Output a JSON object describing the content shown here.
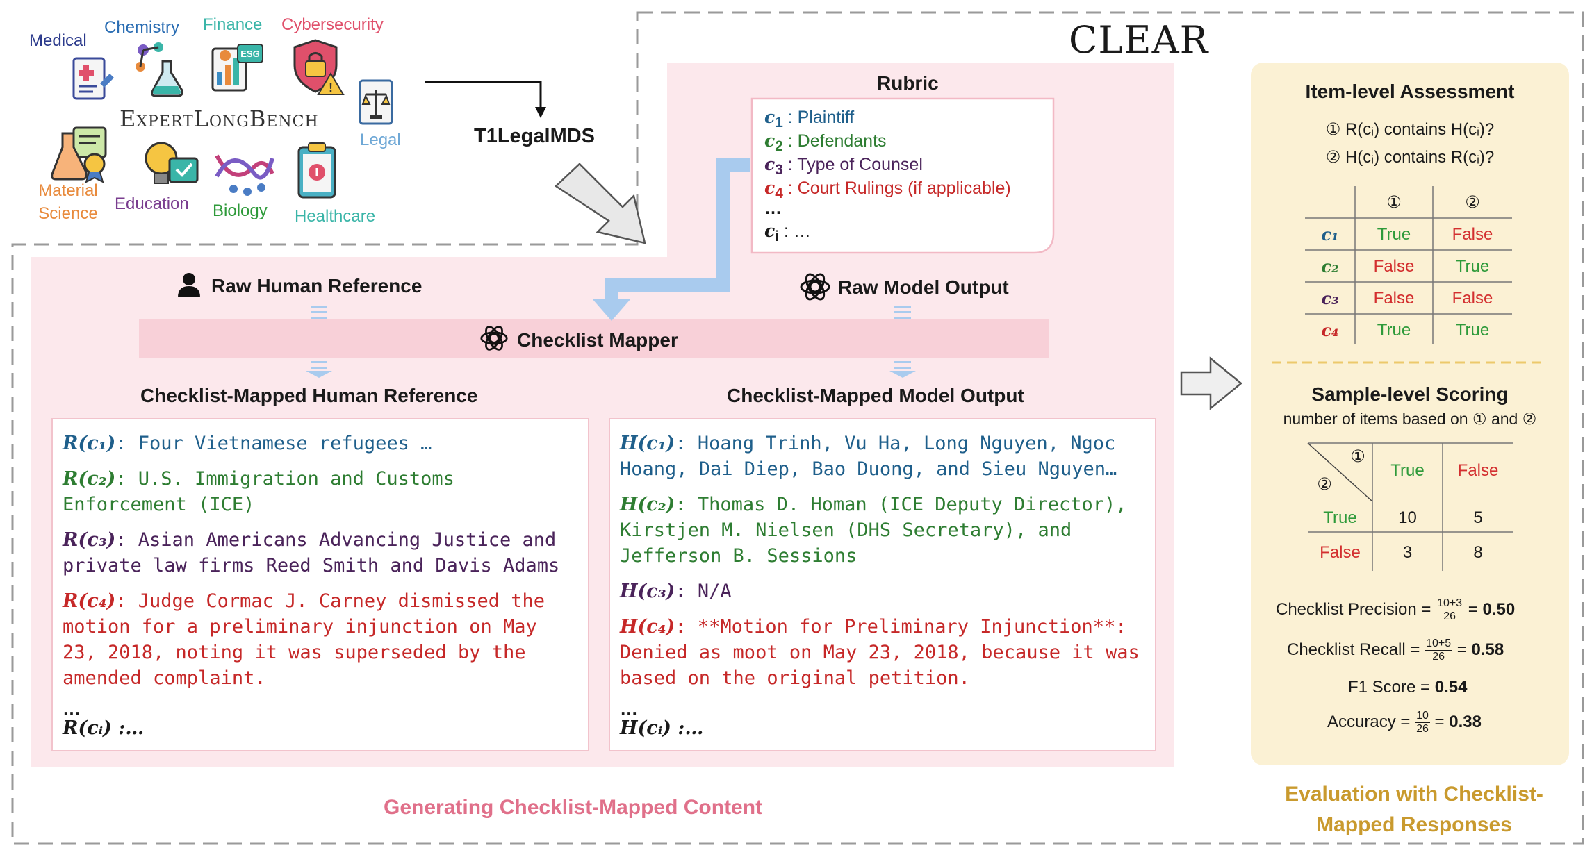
{
  "brand": "CLEAR",
  "benchmark": "ExpertLongBench",
  "dataset_label": "T1LegalMDS",
  "domains": [
    {
      "label": "Medical",
      "icon": "medical-report-icon",
      "color": "#2b3a8c"
    },
    {
      "label": "Chemistry",
      "icon": "molecule-icon",
      "color": "#2a6db3"
    },
    {
      "label": "Finance",
      "icon": "esg-chart-icon",
      "color": "#3ab5a8"
    },
    {
      "label": "Cybersecurity",
      "icon": "shield-lock-icon",
      "color": "#e0506b"
    },
    {
      "label": "Legal",
      "icon": "scales-icon",
      "color": "#6fa8d6"
    },
    {
      "label": "Material Science",
      "icon": "flask-badge-icon",
      "color": "#e88a3c"
    },
    {
      "label": "Education",
      "icon": "lightbulb-check-icon",
      "color": "#7a3d8f"
    },
    {
      "label": "Biology",
      "icon": "dna-icon",
      "color": "#2e9a3a"
    },
    {
      "label": "Healthcare",
      "icon": "clipboard-icon",
      "color": "#3ab5a8"
    }
  ],
  "rubric": {
    "title": "Rubric",
    "items": [
      {
        "sym": "c",
        "sub": "1",
        "text": " : Plaintiff",
        "color": "#1f5f8b"
      },
      {
        "sym": "c",
        "sub": "2",
        "text": " : Defendants",
        "color": "#2e7d32"
      },
      {
        "sym": "c",
        "sub": "3",
        "text": " : Type of Counsel",
        "color": "#4a235a"
      },
      {
        "sym": "c",
        "sub": "4",
        "text": " : Court Rulings (if applicable)",
        "color": "#c62828"
      }
    ],
    "ellipsis": "…",
    "last_sym": "c",
    "last_sub": "i",
    "last_text": " : …"
  },
  "pipeline": {
    "raw_human": "Raw Human Reference",
    "raw_model": "Raw Model Output",
    "mapper": "Checklist Mapper",
    "mapped_human_title": "Checklist-Mapped Human Reference",
    "mapped_model_title": "Checklist-Mapped Model Output",
    "caption": "Generating Checklist-Mapped Content"
  },
  "human_entries": [
    {
      "label": "R(c₁)",
      "sep": ": ",
      "text": "Four Vietnamese refugees …",
      "color": "#1f5f8b"
    },
    {
      "label": "R(c₂)",
      "sep": ": ",
      "text": "U.S. Immigration and Customs Enforcement (ICE)",
      "color": "#2e7d32"
    },
    {
      "label": "R(c₃)",
      "sep": ": ",
      "text": "Asian Americans Advancing Justice and private law firms Reed Smith and Davis Adams",
      "color": "#4a235a"
    },
    {
      "label": "R(c₄)",
      "sep": ": ",
      "text": "Judge Cormac J. Carney dismissed the motion for a preliminary injunction on May 23, 2018, noting it was superseded by the amended complaint.",
      "color": "#c62828"
    }
  ],
  "human_ellipsis": "…",
  "human_last": "R(cᵢ) :…",
  "model_entries": [
    {
      "label": "H(c₁)",
      "sep": ": ",
      "text": "Hoang Trinh, Vu Ha, Long Nguyen, Ngoc Hoang, Dai Diep, Bao Duong, and Sieu Nguyen…",
      "color": "#1f5f8b"
    },
    {
      "label": "H(c₂)",
      "sep": ": ",
      "text": "Thomas D. Homan (ICE Deputy Director), Kirstjen M. Nielsen (DHS Secretary), and Jefferson B. Sessions",
      "color": "#2e7d32"
    },
    {
      "label": "H(c₃)",
      "sep": ": ",
      "text": "N/A",
      "color": "#4a235a"
    },
    {
      "label": "H(c₄)",
      "sep": ": ",
      "text": "**Motion for Preliminary Injunction**: Denied as moot on May 23, 2018, because it was based on the original petition.",
      "color": "#c62828"
    }
  ],
  "model_ellipsis": "…",
  "model_last": "H(cᵢ) :…",
  "evaluation": {
    "item_title": "Item-level Assessment",
    "q1": "① R(cᵢ) contains H(cᵢ)?",
    "q2": "② H(cᵢ) contains R(cᵢ)?",
    "table_head": [
      "①",
      "②"
    ],
    "table_rows": [
      {
        "label": "c₁",
        "label_color": "#1f5f8b",
        "v1": "True",
        "v2": "False"
      },
      {
        "label": "c₂",
        "label_color": "#2e7d32",
        "v1": "False",
        "v2": "True"
      },
      {
        "label": "c₃",
        "label_color": "#4a235a",
        "v1": "False",
        "v2": "False"
      },
      {
        "label": "c₄",
        "label_color": "#c62828",
        "v1": "True",
        "v2": "True"
      }
    ],
    "sample_title": "Sample-level Scoring",
    "sample_sub": "number of items based on ① and ②",
    "confusion": {
      "corner_top": "①",
      "corner_bottom": "②",
      "cols": [
        "True",
        "False"
      ],
      "rows": [
        {
          "label": "True",
          "values": [
            "10",
            "5"
          ]
        },
        {
          "label": "False",
          "values": [
            "3",
            "8"
          ]
        }
      ]
    },
    "metrics": [
      {
        "name": "Checklist Precision =",
        "num": "10+3",
        "den": "26",
        "eq": " = ",
        "value": "0.50"
      },
      {
        "name": "Checklist Recall =",
        "num": "10+5",
        "den": "26",
        "eq": " = ",
        "value": "0.58"
      },
      {
        "name": "F1 Score = ",
        "num": "",
        "den": "",
        "eq": "",
        "value": "0.54"
      },
      {
        "name": "Accuracy =",
        "num": "10",
        "den": "26",
        "eq": " = ",
        "value": "0.38"
      }
    ],
    "caption": "Evaluation with Checklist-Mapped Responses"
  },
  "colors": {
    "true": "#2e9a3a",
    "false": "#d32f2f",
    "pink_panel": "#fce8ec",
    "cream_panel": "#fbf1d4",
    "pink_caption": "#e0708a",
    "gold_caption": "#c99a2e",
    "arrow_blue": "#a9cbee"
  }
}
